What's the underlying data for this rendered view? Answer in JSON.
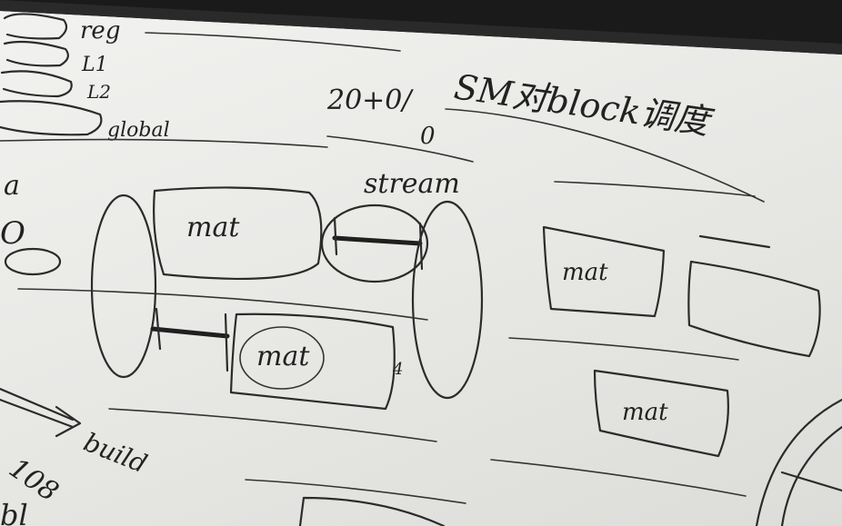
{
  "board": {
    "frame_color": "#1a1a1a",
    "surface_color": "#efefed",
    "ink_color": "#2b2b2b",
    "labels": {
      "reg": "reg",
      "l1": "L1",
      "l2": "L2",
      "global": "global",
      "sm_block": "SM对block调度",
      "formula_top": "20+0/",
      "formula_bottom": "0",
      "stream": "stream",
      "mat_1": "mat",
      "mat_2": "mat",
      "mat_3": "mat",
      "mat_4": "mat",
      "mark_4": "4",
      "build": "build",
      "left_top": "a",
      "left_mid": "O",
      "left_bottom": "108",
      "left_edge": "bl"
    }
  }
}
